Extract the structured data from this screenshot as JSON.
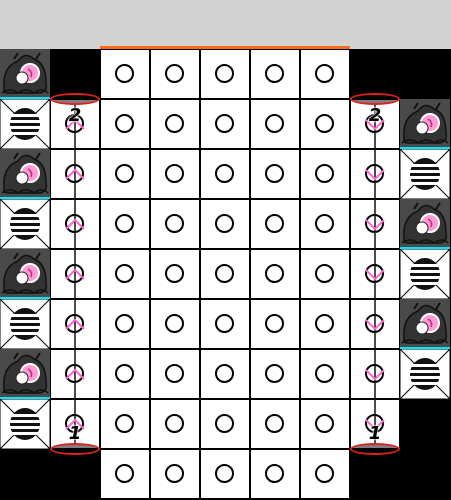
{
  "colors": {
    "background": "#000000",
    "top_bar": "#d3d3d3",
    "top_accent": "#ff6a1a",
    "board_cell": "#ffffff",
    "grid_line": "#000000",
    "cyan_divider": "#00e5ff",
    "chute_oval": "#e02020",
    "arrow": "#ff66cc",
    "enemy_tile": "#4a4a4a",
    "enemy_pink": "#ff9ad5"
  },
  "board": {
    "rows": 9,
    "cols": 5,
    "empty_slot_icon": "ring-icon"
  },
  "left_column": [
    "snail-enemy-icon",
    "drum-icon",
    "snail-enemy-icon",
    "drum-icon",
    "snail-enemy-icon",
    "drum-icon",
    "snail-enemy-icon",
    "drum-icon"
  ],
  "right_column": [
    "snail-enemy-icon",
    "drum-icon",
    "snail-enemy-icon",
    "drum-icon",
    "snail-enemy-icon",
    "drum-icon"
  ],
  "tracks": {
    "left": {
      "top_label": "2",
      "bottom_label": "1",
      "arrow_direction": "up"
    },
    "right": {
      "top_label": "2",
      "bottom_label": "1",
      "arrow_direction": "down"
    }
  }
}
